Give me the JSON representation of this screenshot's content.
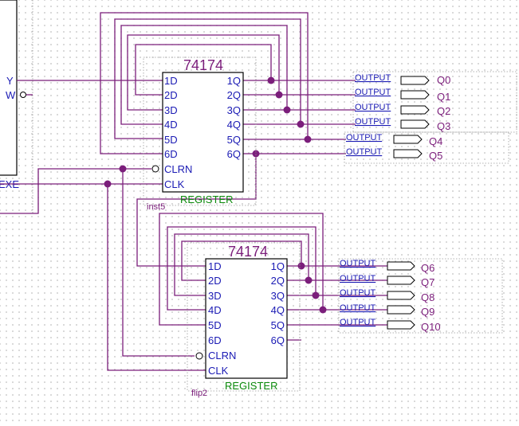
{
  "left_block": {
    "signals": [
      "Y",
      "W",
      "EXE"
    ]
  },
  "chip1": {
    "name": "74174",
    "instance": "inst5",
    "type_label": "REGISTER",
    "inputs": [
      "1D",
      "2D",
      "3D",
      "4D",
      "5D",
      "6D",
      "CLRN",
      "CLK"
    ],
    "outputs": [
      "1Q",
      "2Q",
      "3Q",
      "4Q",
      "5Q",
      "6Q"
    ]
  },
  "chip2": {
    "name": "74174",
    "instance": "flip2",
    "type_label": "REGISTER",
    "inputs": [
      "1D",
      "2D",
      "3D",
      "4D",
      "5D",
      "6D",
      "CLRN",
      "CLK"
    ],
    "outputs": [
      "1Q",
      "2Q",
      "3Q",
      "4Q",
      "5Q",
      "6Q"
    ]
  },
  "output_pins": {
    "type_label": "OUTPUT",
    "chip1_names": [
      "Q0",
      "Q1",
      "Q2",
      "Q3",
      "Q4",
      "Q5"
    ],
    "chip2_names": [
      "Q6",
      "Q7",
      "Q8",
      "Q9",
      "Q10"
    ]
  },
  "colors": {
    "wire": "#7b1e7b",
    "pin_text": "#1a1ab4",
    "register_label": "#0b8a0b"
  }
}
